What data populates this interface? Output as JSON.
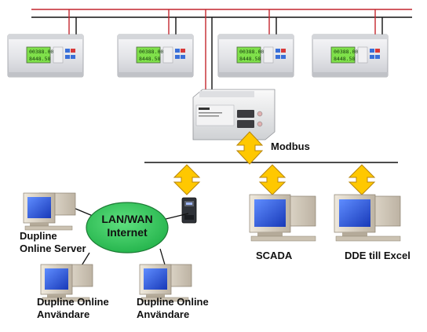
{
  "colors": {
    "bus_red": "#c4262e",
    "bus_black": "#111111",
    "arrow_fill": "#ffc800",
    "arrow_stroke": "#b8860b",
    "cloud_fill": "#2ec85a",
    "meter_body": "#e6e7ea",
    "lcd_green": "#7fe04a",
    "monitor_screen": "#2459e8",
    "computer_case": "#d7cfc2"
  },
  "meters": [
    {
      "display_top": "00388.00",
      "display_bottom": "8448.58"
    },
    {
      "display_top": "00388.00",
      "display_bottom": "8448.58"
    },
    {
      "display_top": "00388.00",
      "display_bottom": "8448.58"
    },
    {
      "display_top": "00388.00",
      "display_bottom": "8448.58"
    }
  ],
  "gateway_icon": "modbus-gateway-icon",
  "modbus_label": "Modbus",
  "network": {
    "line1": "LAN/WAN",
    "line2": "Internet"
  },
  "stations": {
    "online_server": {
      "line1": "Dupline",
      "line2": "Online Server"
    },
    "online_user_1": {
      "line1": "Dupline Online",
      "line2": "Användare"
    },
    "online_user_2": {
      "line1": "Dupline Online",
      "line2": "Användare"
    },
    "scada": {
      "label": "SCADA"
    },
    "dde": {
      "label": "DDE till Excel"
    }
  }
}
